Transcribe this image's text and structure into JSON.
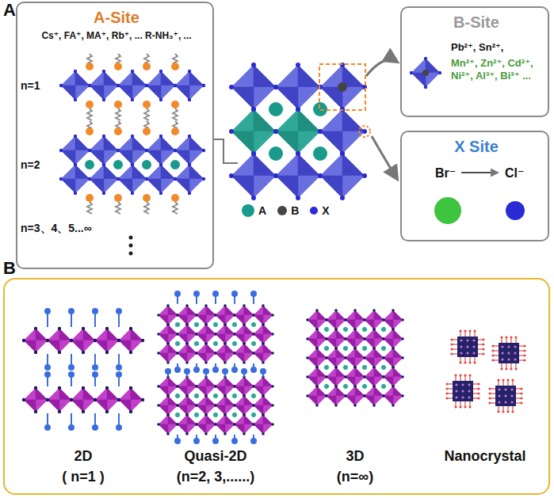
{
  "diagram": {
    "nodes": [
      {
        "text": [
          "A-Site",
          "Cs⁺, FA⁺, MA⁺, Rb⁺, ... R-NH₃⁺, ..."
        ]
      },
      {
        "text": [
          "B-Site",
          "Pb²⁺, Sn²⁺,",
          "Mn²⁺, Zn²⁺, Cd²⁺, Ni²⁺, Al³⁺, Bi³⁺ ..."
        ]
      },
      {
        "text": [
          "X Site",
          "Br⁻",
          "Cl⁻"
        ]
      }
    ],
    "labels": [
      "A",
      "n=1",
      "n=2",
      "n=3、4、5...∞",
      "B",
      "2D",
      "( n=1 )",
      "Quasi-2D",
      "(n=2, 3,......)",
      "3D",
      "(n=∞)",
      "Nanocrystal"
    ],
    "legend": [
      {
        "text": "A",
        "color": "#1a9a8a"
      },
      {
        "text": "B",
        "color": "#444444"
      },
      {
        "text": "X",
        "color": "#2b2bd6"
      }
    ]
  }
}
